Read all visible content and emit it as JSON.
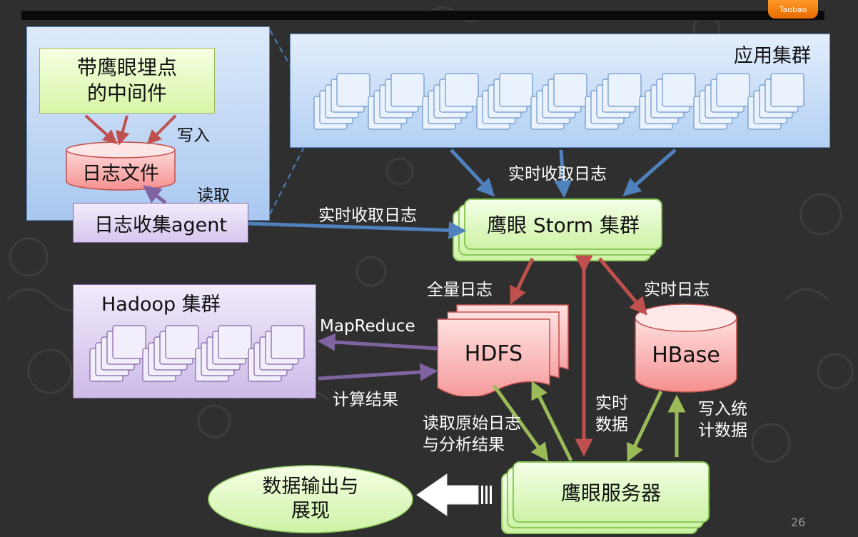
{
  "logo_text": "Taobao",
  "slide_number": "26",
  "colors": {
    "blue_arrow": "#4f81bd",
    "red_arrow": "#c0504d",
    "purple_arrow": "#8064a2",
    "green_arrow": "#9bbb59"
  },
  "client_panel": {
    "middleware": "带鹰眼埋点\n的中间件",
    "write_label": "写入",
    "log_file": "日志文件",
    "read_label": "读取",
    "agent": "日志收集agent"
  },
  "app_cluster": {
    "title": "应用集群"
  },
  "storm": {
    "label": "鹰眼 Storm 集群"
  },
  "hadoop": {
    "title": "Hadoop 集群"
  },
  "hdfs": {
    "label": "HDFS"
  },
  "hbase": {
    "label": "HBase"
  },
  "server": {
    "label": "鹰眼服务器"
  },
  "output": {
    "label": "数据输出与\n展现"
  },
  "edge_labels": {
    "realtime_collect_top": "实时收取日志",
    "realtime_collect_agent": "实时收取日志",
    "full_log": "全量日志",
    "realtime_log": "实时日志",
    "mapreduce": "MapReduce",
    "compute_result": "计算结果",
    "read_raw": "读取原始日志\n与分析结果",
    "realtime_data": "实时\n数据",
    "write_stats": "写入统\n计数据"
  }
}
